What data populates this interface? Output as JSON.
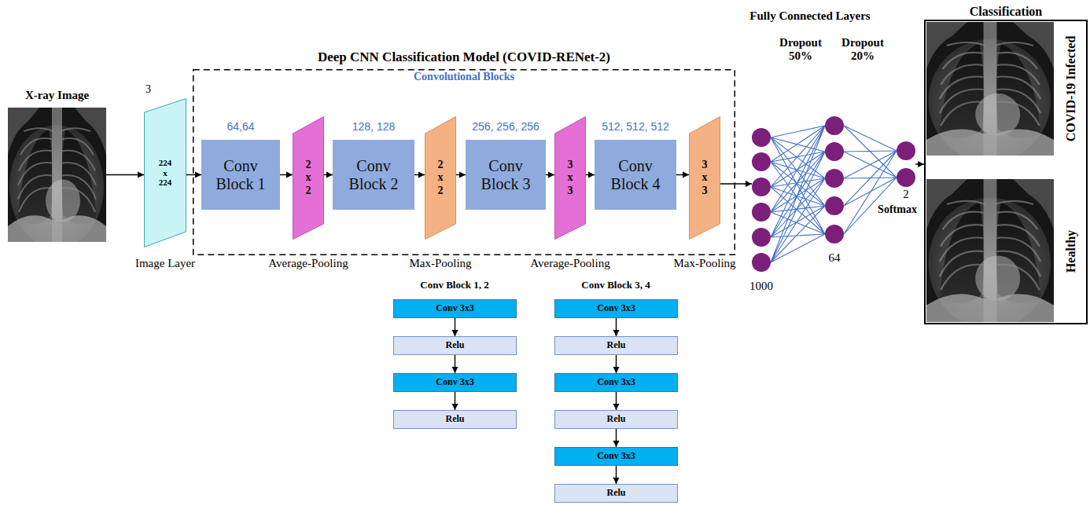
{
  "diagram": {
    "nodes": [
      {
        "text": [
          "X-ray Image"
        ]
      },
      {
        "text": [
          "3",
          "224 x 224",
          "Image Layer"
        ]
      },
      {
        "text": [
          "Deep CNN Classification Model (COVID-RENet-2)",
          "Convolutional Blocks"
        ]
      },
      {
        "text": [
          "64,64",
          "Conv Block 1"
        ],
        "in": 2
      },
      {
        "text": [
          "2 x 2",
          "Average-Pooling"
        ],
        "in": 2
      },
      {
        "text": [
          "128, 128",
          "Conv Block 2"
        ],
        "in": 2
      },
      {
        "text": [
          "2 x 2",
          "Max-Pooling"
        ],
        "in": 2
      },
      {
        "text": [
          "256, 256, 256",
          "Conv Block 3"
        ],
        "in": 2
      },
      {
        "text": [
          "3 x 3",
          "Average-Pooling"
        ],
        "in": 2
      },
      {
        "text": [
          "512, 512, 512",
          "Conv Block 4"
        ],
        "in": 2
      },
      {
        "text": [
          "3 x 3",
          "Max-Pooling"
        ],
        "in": 2
      },
      {
        "text": [
          "1000"
        ]
      },
      {
        "text": [
          "64"
        ]
      },
      {
        "text": [
          "2"
        ]
      },
      {
        "text": [
          "Classification"
        ]
      },
      {
        "text": [
          "COVID-19 Infected"
        ],
        "in": 14
      },
      {
        "text": [
          "Healthy"
        ],
        "in": 14
      },
      {
        "text": [
          "Conv 3x3"
        ]
      },
      {
        "text": [
          "Relu"
        ]
      },
      {
        "text": [
          "Conv 3x3"
        ]
      },
      {
        "text": [
          "Relu"
        ]
      },
      {
        "text": [
          "Conv 3x3"
        ]
      },
      {
        "text": [
          "Relu"
        ]
      },
      {
        "text": [
          "Conv 3x3"
        ]
      },
      {
        "text": [
          "Relu"
        ]
      },
      {
        "text": [
          "Conv 3x3"
        ]
      },
      {
        "text": [
          "Relu"
        ]
      }
    ],
    "edges": [
      {
        "from": 0,
        "to": 1,
        "arrow": "to"
      },
      {
        "from": 1,
        "to": 3,
        "arrow": "to"
      },
      {
        "from": 3,
        "to": 4,
        "arrow": "to"
      },
      {
        "from": 4,
        "to": 5,
        "arrow": "to"
      },
      {
        "from": 5,
        "to": 6,
        "arrow": "to"
      },
      {
        "from": 6,
        "to": 7,
        "arrow": "to"
      },
      {
        "from": 7,
        "to": 8,
        "arrow": "to"
      },
      {
        "from": 8,
        "to": 9,
        "arrow": "to"
      },
      {
        "from": 9,
        "to": 10,
        "arrow": "to"
      },
      {
        "from": 10,
        "to": 11,
        "arrow": "to"
      },
      {
        "from": 11,
        "to": 12,
        "arrow": "none"
      },
      {
        "from": 12,
        "to": 13,
        "arrow": "none"
      },
      {
        "from": 13,
        "to": 14,
        "arrow": "to"
      },
      {
        "from": 17,
        "to": 18,
        "arrow": "to"
      },
      {
        "from": 18,
        "to": 19,
        "arrow": "to"
      },
      {
        "from": 19,
        "to": 20,
        "arrow": "to"
      },
      {
        "from": 21,
        "to": 22,
        "arrow": "to"
      },
      {
        "from": 22,
        "to": 23,
        "arrow": "to"
      },
      {
        "from": 23,
        "to": 24,
        "arrow": "to"
      },
      {
        "from": 24,
        "to": 25,
        "arrow": "to"
      },
      {
        "from": 25,
        "to": 26,
        "arrow": "to"
      }
    ],
    "labels": [
      "Fully Connected Layers",
      "Dropout 50%",
      "Dropout 20%",
      "Softmax",
      "Conv Block 1, 2",
      "Conv Block 3, 4"
    ]
  }
}
